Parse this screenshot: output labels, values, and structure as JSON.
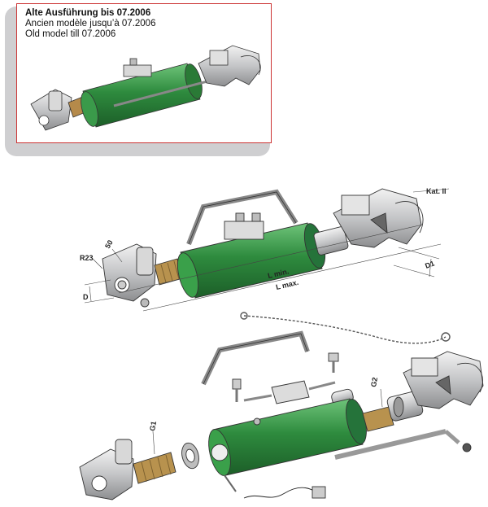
{
  "inset": {
    "title": "Alte Ausführung bis 07.2006",
    "line_fr": "Ancien modèle jusqu’à 07.2006",
    "line_en": "Old model till 07.2006"
  },
  "dimensions": {
    "kat": "Kat. II",
    "r23": "R23",
    "d50": "50",
    "d": "D",
    "d1": "D1",
    "lmin": "L min.",
    "lmax": "L max.",
    "g1": "G1",
    "g2": "G2"
  },
  "colors": {
    "cylinder_green": "#2e8b3e",
    "metal_grey": "#c9cacc",
    "frame_red": "#cc3333"
  }
}
